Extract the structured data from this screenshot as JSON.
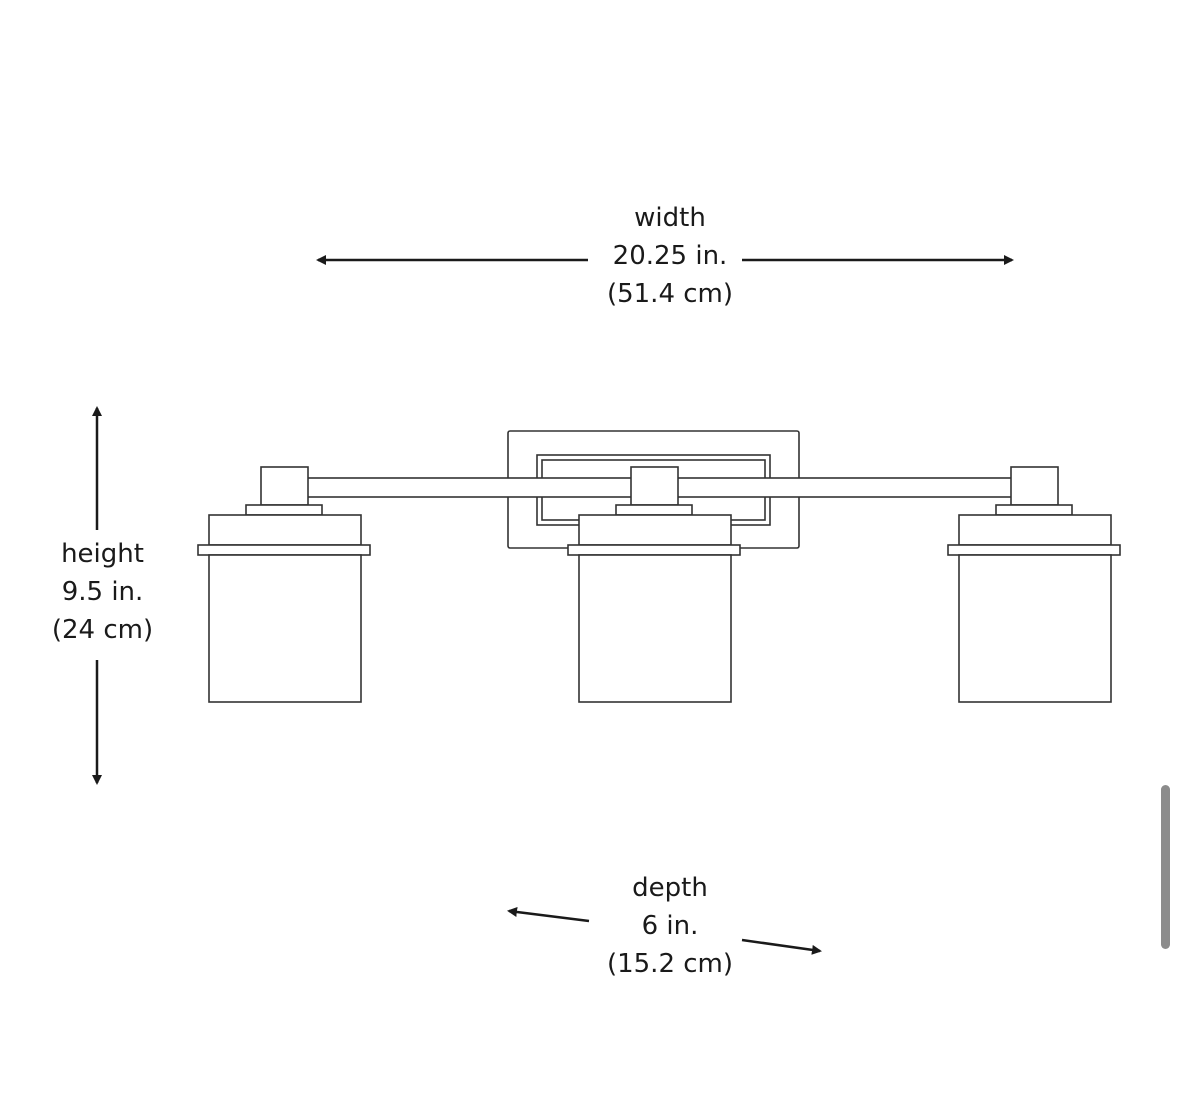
{
  "dimensions": {
    "width": {
      "name": "width",
      "imperial": "20.25 in.",
      "metric": "(51.4 cm)"
    },
    "height": {
      "name": "height",
      "imperial": "9.5 in.",
      "metric": "(24 cm)"
    },
    "depth": {
      "name": "depth",
      "imperial": "6 in.",
      "metric": "(15.2 cm)"
    }
  },
  "colors": {
    "line": "#1a1a1a",
    "background": "#ffffff",
    "scrollbar": "#8c8c8c"
  }
}
